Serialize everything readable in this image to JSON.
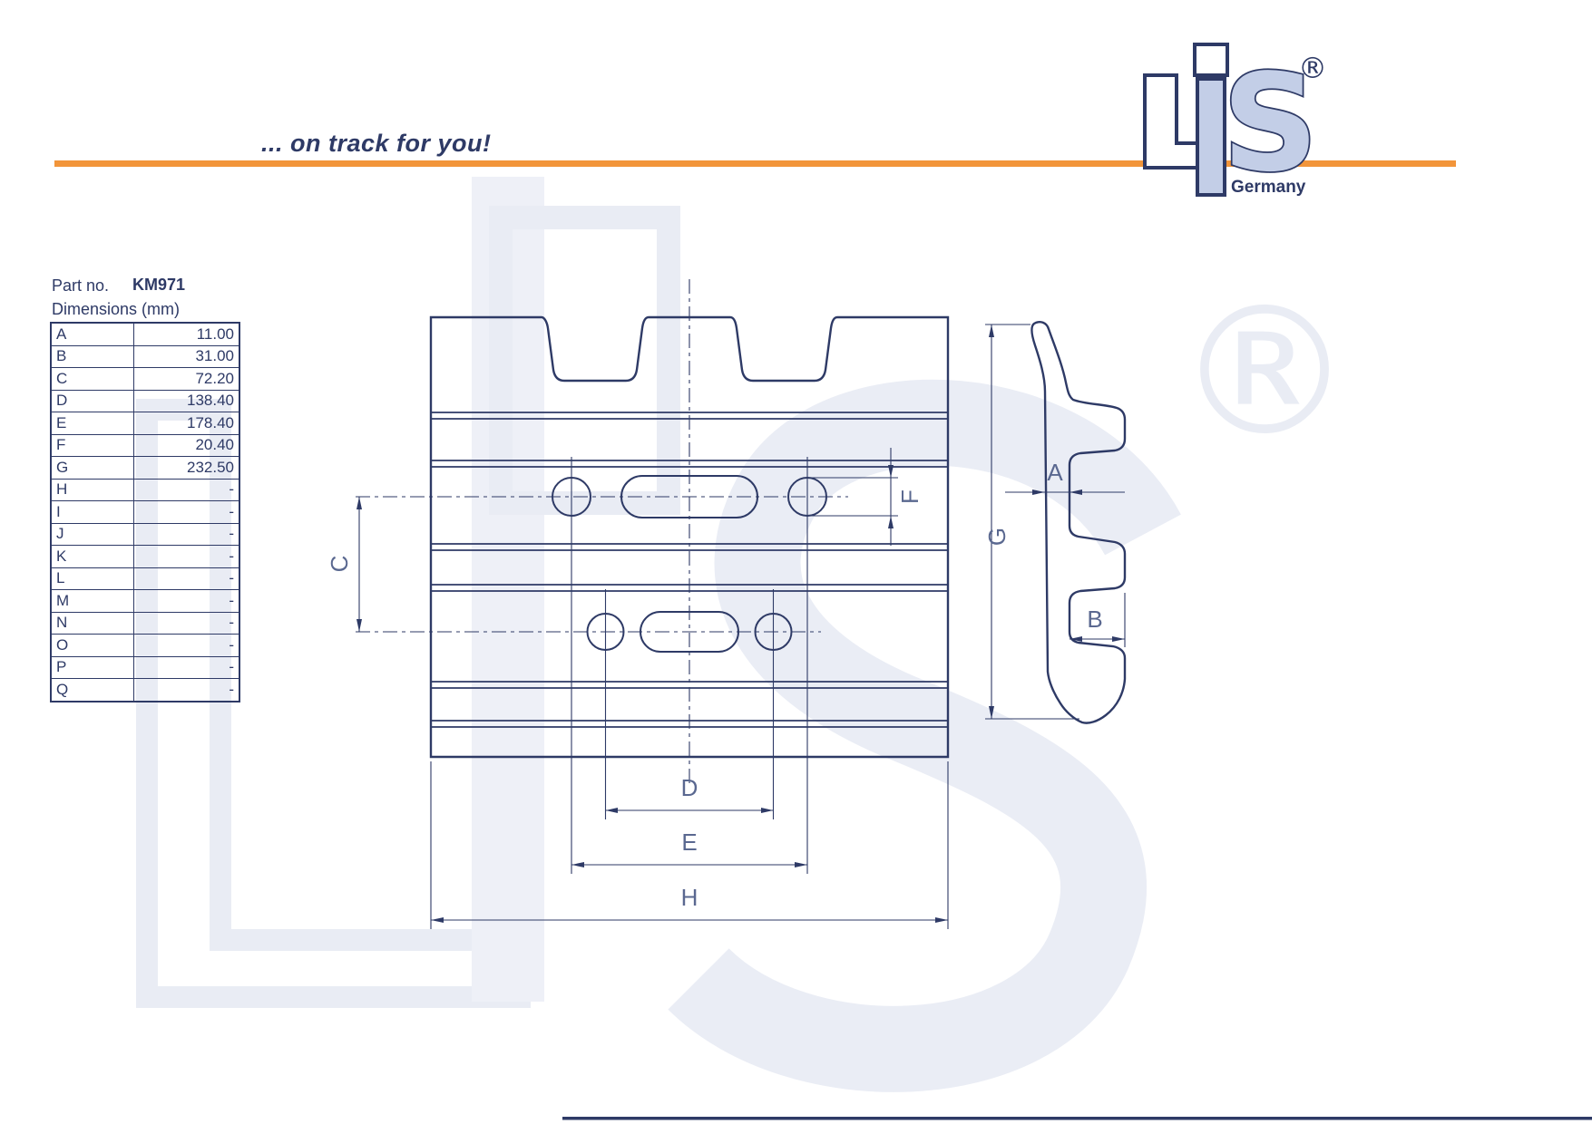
{
  "header": {
    "tagline": "... on track for you!",
    "rule_color": "#f2953a"
  },
  "logo": {
    "registered": "®",
    "s_letter": "S",
    "country": "Germany",
    "navy": "#2e3a66",
    "light_blue": "#c3cee7"
  },
  "part_info": {
    "part_label": "Part no.",
    "part_number": "KM971",
    "dimensions_label": "Dimensions (mm)"
  },
  "dimensions_table": {
    "rows": [
      {
        "key": "A",
        "value": "11.00"
      },
      {
        "key": "B",
        "value": "31.00"
      },
      {
        "key": "C",
        "value": "72.20"
      },
      {
        "key": "D",
        "value": "138.40"
      },
      {
        "key": "E",
        "value": "178.40"
      },
      {
        "key": "F",
        "value": "20.40"
      },
      {
        "key": "G",
        "value": "232.50"
      },
      {
        "key": "H",
        "value": "-"
      },
      {
        "key": "I",
        "value": "-"
      },
      {
        "key": "J",
        "value": "-"
      },
      {
        "key": "K",
        "value": "-"
      },
      {
        "key": "L",
        "value": "-"
      },
      {
        "key": "M",
        "value": "-"
      },
      {
        "key": "N",
        "value": "-"
      },
      {
        "key": "O",
        "value": "-"
      },
      {
        "key": "P",
        "value": "-"
      },
      {
        "key": "Q",
        "value": "-"
      }
    ]
  },
  "drawing": {
    "line_color": "#2e3a66",
    "label_color": "#5a6890",
    "top_view_labels": {
      "c": "C",
      "f": "F",
      "d": "D",
      "e": "E",
      "h": "H"
    },
    "side_view_labels": {
      "g": "G",
      "a": "A",
      "b": "B"
    }
  }
}
